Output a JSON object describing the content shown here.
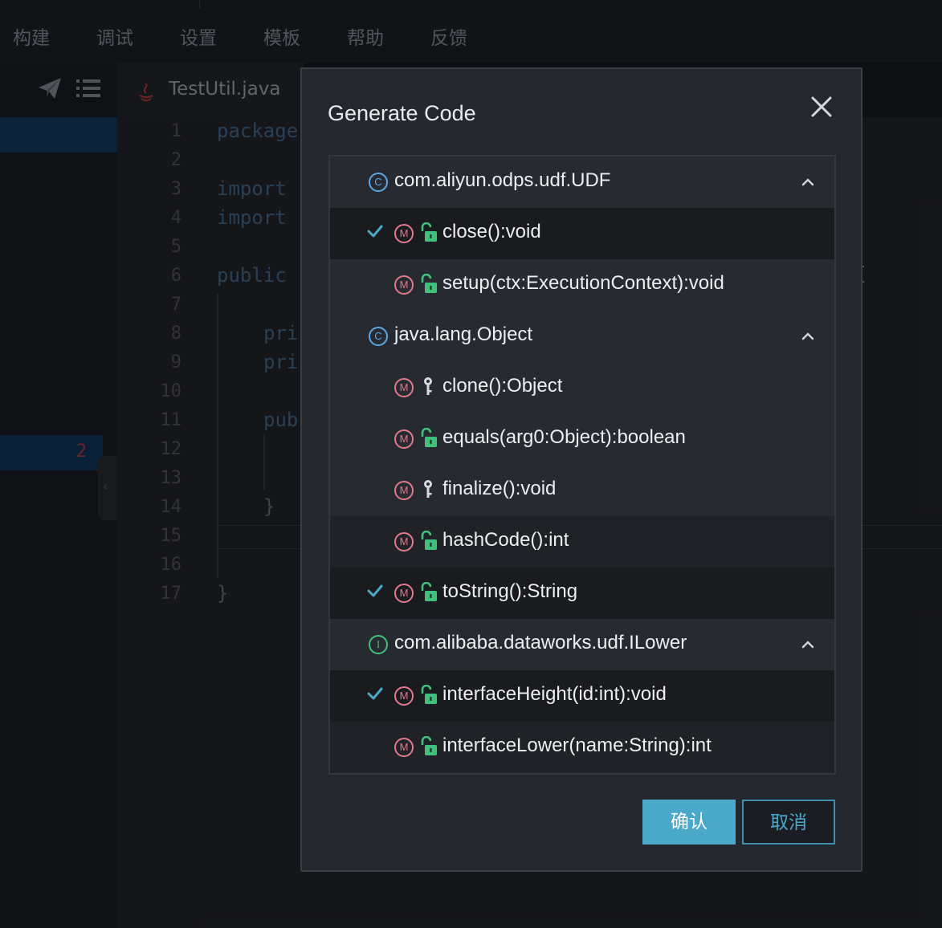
{
  "menu": {
    "items": [
      "构建",
      "调试",
      "设置",
      "模板",
      "帮助",
      "反馈"
    ]
  },
  "tab": {
    "label": "TestUtil.java"
  },
  "left_panel": {
    "badge": "2"
  },
  "editor": {
    "line_numbers": [
      "1",
      "2",
      "3",
      "4",
      "5",
      "6",
      "7",
      "8",
      "9",
      "10",
      "11",
      "12",
      "13",
      "14",
      "15",
      "16",
      "17"
    ],
    "code": {
      "l1": "package",
      "l3": "import",
      "l4": "import",
      "l6": "public",
      "l8": "pri",
      "l9": "pri",
      "l11": "pub",
      "l14": "}",
      "l17": "}"
    }
  },
  "dialog": {
    "title": "Generate Code",
    "groups": [
      {
        "kind": "class",
        "kind_letter": "C",
        "name": "com.aliyun.odps.udf.UDF",
        "methods": [
          {
            "label": "close():void",
            "checked": true,
            "access": "public"
          },
          {
            "label": "setup(ctx:ExecutionContext):void",
            "checked": false,
            "access": "public"
          }
        ]
      },
      {
        "kind": "class",
        "kind_letter": "C",
        "name": "java.lang.Object",
        "methods": [
          {
            "label": "clone():Object",
            "checked": false,
            "access": "protected"
          },
          {
            "label": "equals(arg0:Object):boolean",
            "checked": false,
            "access": "public"
          },
          {
            "label": "finalize():void",
            "checked": false,
            "access": "protected"
          },
          {
            "label": "hashCode():int",
            "checked": false,
            "access": "public"
          },
          {
            "label": "toString():String",
            "checked": true,
            "access": "public"
          }
        ]
      },
      {
        "kind": "interface",
        "kind_letter": "I",
        "name": "com.alibaba.dataworks.udf.ILower",
        "methods": [
          {
            "label": "interfaceHeight(id:int):void",
            "checked": true,
            "access": "public"
          },
          {
            "label": "interfaceLower(name:String):int",
            "checked": false,
            "access": "public"
          }
        ]
      }
    ],
    "method_letter": "M",
    "confirm_label": "确认",
    "cancel_label": "取消"
  },
  "colors": {
    "accent": "#4aa8c8",
    "check": "#4aa8c8",
    "class_badge": "#5aa9e6",
    "interface_badge": "#3ec27a",
    "method_badge": "#e07a8e",
    "lock": "#3ec27a"
  },
  "icons": {
    "send": "paper-plane-icon",
    "list": "list-icon",
    "close": "close-icon",
    "chevron": "chevron-up-icon",
    "check": "check-icon",
    "public": "unlocked-icon",
    "protected": "key-icon"
  }
}
